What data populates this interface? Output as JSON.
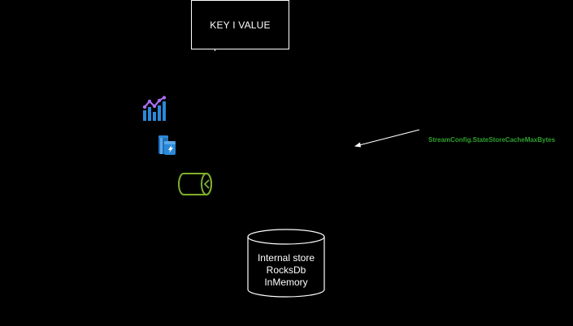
{
  "key_value_box": {
    "label": "KEY I VALUE"
  },
  "icons": {
    "analytics": "analytics-chart-icon",
    "storage": "storage-jar-icon",
    "queue": "queue-tube-icon"
  },
  "config_annotation": {
    "label": "StreamConfig.StateStoreCacheMaxBytes",
    "color": "#2ea12e"
  },
  "internal_store": {
    "lines": [
      "Internal store",
      "RocksDb",
      "InMemory"
    ]
  },
  "colors": {
    "background": "#000000",
    "stroke": "#ffffff",
    "chart_purple": "#a86cf0",
    "chart_blue": "#2b88d8",
    "queue_green": "#7fae2a"
  }
}
